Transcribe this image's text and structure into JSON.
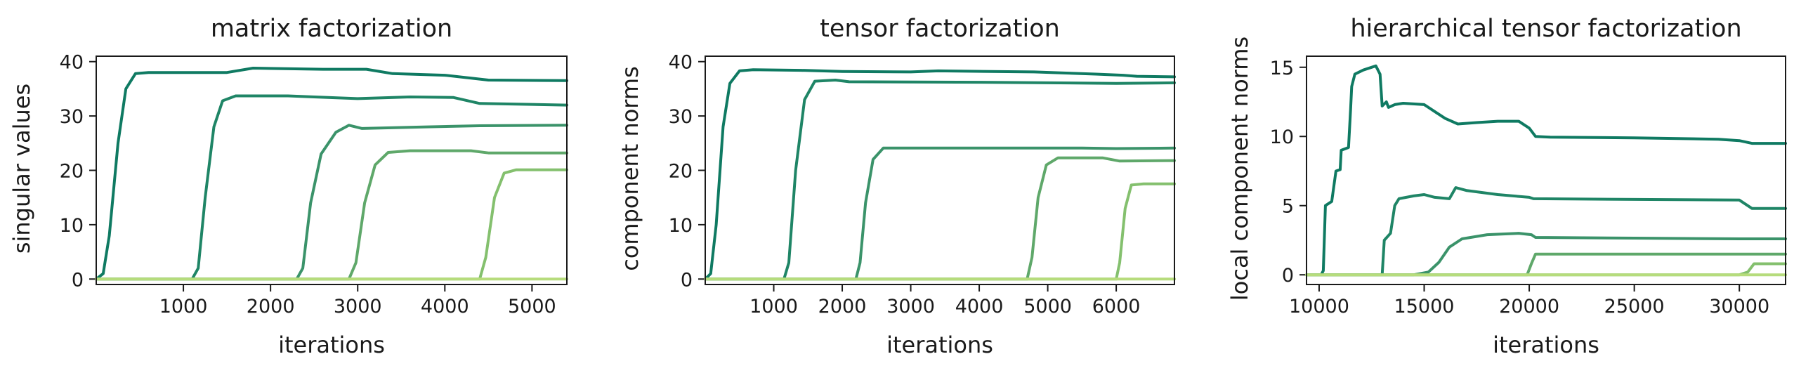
{
  "chart_data": [
    {
      "type": "line",
      "title": "matrix factorization",
      "xlabel": "iterations",
      "ylabel": "singular values",
      "xlim": [
        0,
        5400
      ],
      "ylim": [
        -1,
        41
      ],
      "xticks": [
        1000,
        2000,
        3000,
        4000,
        5000
      ],
      "yticks": [
        0,
        10,
        20,
        30,
        40
      ],
      "grid": false,
      "series": [
        {
          "color": "#0f7a62",
          "points": [
            [
              0,
              0
            ],
            [
              80,
              1
            ],
            [
              150,
              8
            ],
            [
              250,
              25
            ],
            [
              340,
              35
            ],
            [
              450,
              37.8
            ],
            [
              600,
              38
            ],
            [
              1500,
              38
            ],
            [
              1800,
              38.8
            ],
            [
              2600,
              38.6
            ],
            [
              3100,
              38.6
            ],
            [
              3400,
              37.8
            ],
            [
              4000,
              37.5
            ],
            [
              4500,
              36.6
            ],
            [
              5400,
              36.5
            ]
          ]
        },
        {
          "color": "#1f8566",
          "points": [
            [
              0,
              0
            ],
            [
              1100,
              0
            ],
            [
              1170,
              2
            ],
            [
              1250,
              15
            ],
            [
              1350,
              28
            ],
            [
              1450,
              32.8
            ],
            [
              1600,
              33.7
            ],
            [
              2200,
              33.7
            ],
            [
              2500,
              33.5
            ],
            [
              3000,
              33.2
            ],
            [
              3600,
              33.5
            ],
            [
              4100,
              33.4
            ],
            [
              4400,
              32.3
            ],
            [
              5400,
              32
            ]
          ]
        },
        {
          "color": "#3b936a",
          "points": [
            [
              0,
              0
            ],
            [
              2300,
              0
            ],
            [
              2370,
              2
            ],
            [
              2460,
              14
            ],
            [
              2580,
              23
            ],
            [
              2750,
              27
            ],
            [
              2900,
              28.3
            ],
            [
              3050,
              27.7
            ],
            [
              3800,
              28
            ],
            [
              4400,
              28.2
            ],
            [
              5400,
              28.3
            ]
          ]
        },
        {
          "color": "#5fa86a",
          "points": [
            [
              0,
              0
            ],
            [
              2900,
              0
            ],
            [
              2980,
              3
            ],
            [
              3080,
              14
            ],
            [
              3200,
              21
            ],
            [
              3350,
              23.3
            ],
            [
              3600,
              23.6
            ],
            [
              4300,
              23.6
            ],
            [
              4500,
              23.2
            ],
            [
              5400,
              23.2
            ]
          ]
        },
        {
          "color": "#84c06e",
          "points": [
            [
              0,
              0
            ],
            [
              4400,
              0
            ],
            [
              4470,
              4
            ],
            [
              4570,
              15
            ],
            [
              4680,
              19.5
            ],
            [
              4820,
              20.1
            ],
            [
              5400,
              20.1
            ]
          ]
        },
        {
          "color": "#b6dc7c",
          "points": [
            [
              0,
              0
            ],
            [
              5400,
              0
            ]
          ]
        }
      ]
    },
    {
      "type": "line",
      "title": "tensor factorization",
      "xlabel": "iterations",
      "ylabel": "component norms",
      "xlim": [
        0,
        6850
      ],
      "ylim": [
        -1,
        41
      ],
      "xticks": [
        1000,
        2000,
        3000,
        4000,
        5000,
        6000
      ],
      "yticks": [
        0,
        10,
        20,
        30,
        40
      ],
      "grid": false,
      "series": [
        {
          "color": "#0f7a62",
          "points": [
            [
              0,
              0
            ],
            [
              80,
              1
            ],
            [
              160,
              10
            ],
            [
              260,
              28
            ],
            [
              360,
              36
            ],
            [
              500,
              38.3
            ],
            [
              700,
              38.5
            ],
            [
              1400,
              38.4
            ],
            [
              2000,
              38.2
            ],
            [
              3000,
              38.1
            ],
            [
              3400,
              38.3
            ],
            [
              4800,
              38.1
            ],
            [
              5700,
              37.7
            ],
            [
              6100,
              37.5
            ],
            [
              6300,
              37.3
            ],
            [
              6850,
              37.2
            ]
          ]
        },
        {
          "color": "#1f8566",
          "points": [
            [
              0,
              0
            ],
            [
              1150,
              0
            ],
            [
              1220,
              3
            ],
            [
              1320,
              20
            ],
            [
              1450,
              33
            ],
            [
              1600,
              36.4
            ],
            [
              1900,
              36.6
            ],
            [
              2100,
              36.3
            ],
            [
              4000,
              36.2
            ],
            [
              6000,
              36
            ],
            [
              6850,
              36.1
            ]
          ]
        },
        {
          "color": "#3b936a",
          "points": [
            [
              0,
              0
            ],
            [
              2200,
              0
            ],
            [
              2260,
              3
            ],
            [
              2340,
              14
            ],
            [
              2450,
              22
            ],
            [
              2600,
              24.1
            ],
            [
              5500,
              24.1
            ],
            [
              6000,
              24
            ],
            [
              6850,
              24.1
            ]
          ]
        },
        {
          "color": "#5fa86a",
          "points": [
            [
              0,
              0
            ],
            [
              4700,
              0
            ],
            [
              4770,
              4
            ],
            [
              4860,
              15
            ],
            [
              4980,
              21
            ],
            [
              5150,
              22.3
            ],
            [
              5800,
              22.3
            ],
            [
              6050,
              21.7
            ],
            [
              6850,
              21.8
            ]
          ]
        },
        {
          "color": "#84c06e",
          "points": [
            [
              0,
              0
            ],
            [
              6000,
              0
            ],
            [
              6050,
              3
            ],
            [
              6130,
              13
            ],
            [
              6220,
              17.3
            ],
            [
              6400,
              17.5
            ],
            [
              6850,
              17.5
            ]
          ]
        },
        {
          "color": "#b6dc7c",
          "points": [
            [
              0,
              0
            ],
            [
              6850,
              0
            ]
          ]
        }
      ]
    },
    {
      "type": "line",
      "title": "hierarchical tensor factorization",
      "xlabel": "iterations",
      "ylabel": "local component norms",
      "xlim": [
        9400,
        32200
      ],
      "ylim": [
        -0.7,
        15.8
      ],
      "xticks": [
        10000,
        15000,
        20000,
        25000,
        30000
      ],
      "yticks": [
        0,
        5,
        10,
        15
      ],
      "grid": false,
      "series": [
        {
          "color": "#0f7a62",
          "points": [
            [
              10100,
              0
            ],
            [
              10200,
              0.3
            ],
            [
              10300,
              5
            ],
            [
              10600,
              5.3
            ],
            [
              10800,
              7.5
            ],
            [
              11000,
              7.6
            ],
            [
              11050,
              9
            ],
            [
              11400,
              9.2
            ],
            [
              11500,
              12
            ],
            [
              11550,
              13.6
            ],
            [
              11700,
              14.5
            ],
            [
              12100,
              14.8
            ],
            [
              12700,
              15.1
            ],
            [
              12900,
              14.5
            ],
            [
              13000,
              12.2
            ],
            [
              13200,
              12.5
            ],
            [
              13300,
              12.1
            ],
            [
              13600,
              12.3
            ],
            [
              14000,
              12.4
            ],
            [
              15000,
              12.3
            ],
            [
              15500,
              11.8
            ],
            [
              16000,
              11.3
            ],
            [
              16600,
              10.9
            ],
            [
              17500,
              11
            ],
            [
              18500,
              11.1
            ],
            [
              19500,
              11.1
            ],
            [
              20000,
              10.6
            ],
            [
              20300,
              10
            ],
            [
              21000,
              9.95
            ],
            [
              25000,
              9.9
            ],
            [
              29000,
              9.8
            ],
            [
              30000,
              9.7
            ],
            [
              30600,
              9.5
            ],
            [
              32200,
              9.5
            ]
          ]
        },
        {
          "color": "#1f8566",
          "points": [
            [
              9400,
              0
            ],
            [
              13000,
              0
            ],
            [
              13100,
              2.5
            ],
            [
              13400,
              3
            ],
            [
              13600,
              5
            ],
            [
              13800,
              5.5
            ],
            [
              14500,
              5.7
            ],
            [
              15000,
              5.8
            ],
            [
              15500,
              5.6
            ],
            [
              16200,
              5.5
            ],
            [
              16500,
              6.3
            ],
            [
              17000,
              6.1
            ],
            [
              18500,
              5.8
            ],
            [
              20000,
              5.6
            ],
            [
              20200,
              5.5
            ],
            [
              30000,
              5.4
            ],
            [
              30600,
              4.8
            ],
            [
              32200,
              4.8
            ]
          ]
        },
        {
          "color": "#3b936a",
          "points": [
            [
              9400,
              0
            ],
            [
              14500,
              0
            ],
            [
              15200,
              0.2
            ],
            [
              15700,
              0.9
            ],
            [
              16200,
              2.0
            ],
            [
              16800,
              2.6
            ],
            [
              18000,
              2.9
            ],
            [
              19500,
              3.0
            ],
            [
              20100,
              2.9
            ],
            [
              20300,
              2.7
            ],
            [
              25000,
              2.65
            ],
            [
              30000,
              2.6
            ],
            [
              32200,
              2.6
            ]
          ]
        },
        {
          "color": "#5fa86a",
          "points": [
            [
              9400,
              0
            ],
            [
              19900,
              0
            ],
            [
              20100,
              0.8
            ],
            [
              20300,
              1.5
            ],
            [
              24000,
              1.5
            ],
            [
              31000,
              1.5
            ],
            [
              32200,
              1.5
            ]
          ]
        },
        {
          "color": "#84c06e",
          "points": [
            [
              9400,
              0
            ],
            [
              30000,
              0
            ],
            [
              30400,
              0.2
            ],
            [
              30700,
              0.8
            ],
            [
              32200,
              0.8
            ]
          ]
        },
        {
          "color": "#b6dc7c",
          "points": [
            [
              9400,
              0
            ],
            [
              32200,
              0
            ]
          ]
        }
      ]
    }
  ]
}
